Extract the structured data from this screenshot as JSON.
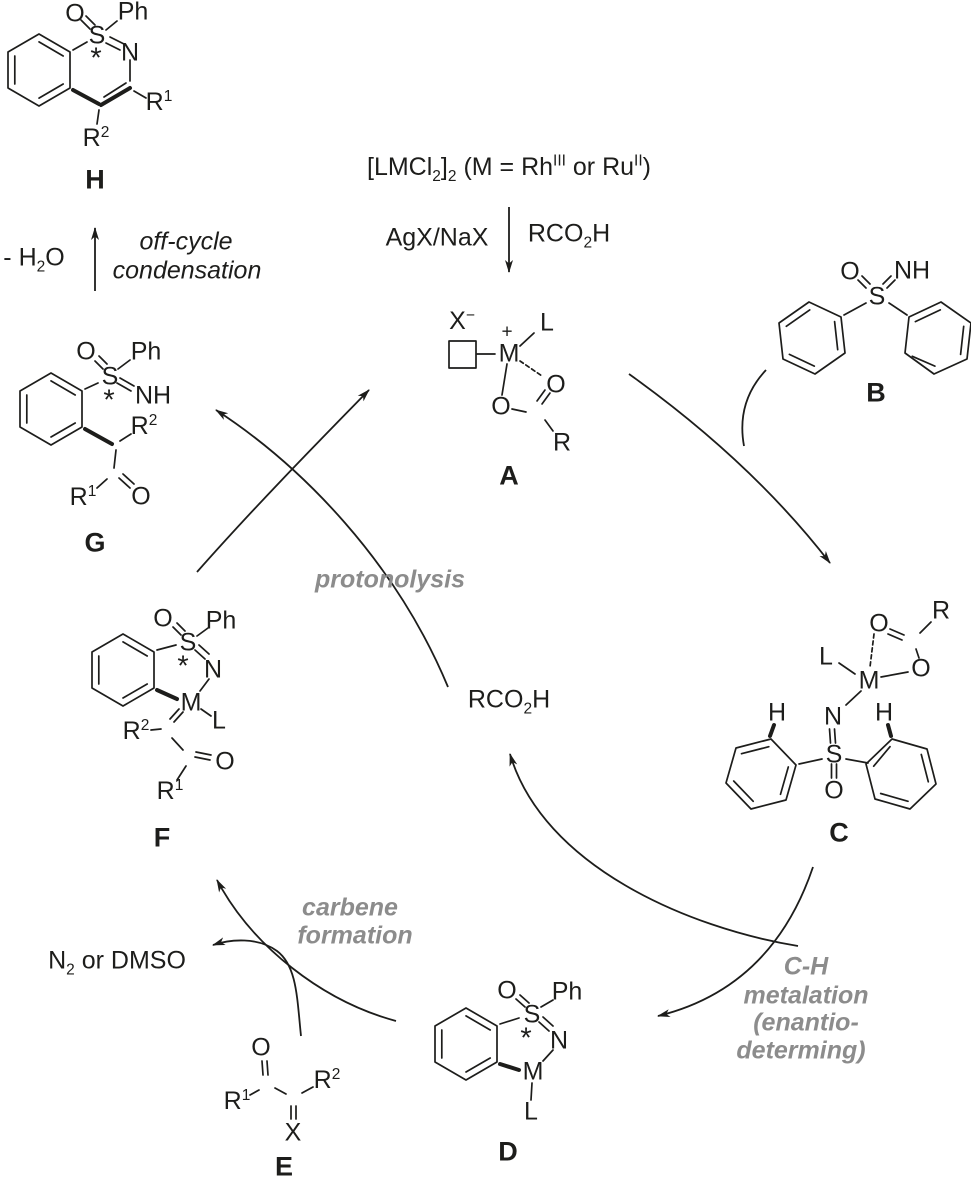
{
  "colors": {
    "ink": "#1d1d1b",
    "step_gray": "#8c8c8c",
    "background": "#ffffff"
  },
  "header": {
    "precatalyst": {
      "p1": "[LMCl",
      "sub1": "2",
      "p2": "]",
      "sub2": "2",
      "p3": " (M = Rh",
      "sup1": "III",
      "p4": " or Ru",
      "sup2": "II",
      "p5": ")"
    },
    "silver_salt": "AgX/NaX",
    "acid": {
      "p1": "RCO",
      "sub": "2",
      "p2": "H"
    }
  },
  "cycle": {
    "acid_center": {
      "p1": "RCO",
      "sub": "2",
      "p2": "H"
    },
    "steps": {
      "protonolysis": "protonolysis",
      "carbene_line1": "carbene",
      "carbene_line2": "formation",
      "metalation_line1": "C-H",
      "metalation_line2": "metalation",
      "metalation_line3": "(enantio-",
      "metalation_line4": "determing)",
      "offcycle_line1": "off-cycle",
      "offcycle_line2": "condensation"
    },
    "byproducts": {
      "n2_dmso": {
        "p1": "N",
        "sub": "2",
        "p2": " or DMSO"
      },
      "water": {
        "p1": "- H",
        "sub": "2",
        "p2": "O"
      }
    }
  },
  "structures": {
    "H": {
      "tag": "H",
      "O": "O",
      "Ph": "Ph",
      "S": "S",
      "star": "*",
      "N": "N",
      "R1": "R",
      "R1sup": "1",
      "R2": "R",
      "R2sup": "2"
    },
    "G": {
      "tag": "G",
      "O": "O",
      "Ph": "Ph",
      "S": "S",
      "star": "*",
      "NH": "NH",
      "R2": "R",
      "R2sup": "2",
      "carbonylO": "O",
      "R1": "R",
      "R1sup": "1"
    },
    "A": {
      "tag": "A",
      "X": "X",
      "Xcharge": "−",
      "plus": "+",
      "M": "M",
      "L": "L",
      "O1": "O",
      "O2": "O",
      "R": "R"
    },
    "B": {
      "tag": "B",
      "O": "O",
      "S": "S",
      "NH": "NH"
    },
    "C": {
      "tag": "C",
      "Otop": "O",
      "R": "R",
      "Oright": "O",
      "L": "L",
      "M": "M",
      "N": "N",
      "Hleft": "H",
      "Hright": "H",
      "S": "S",
      "Obottom": "O"
    },
    "D": {
      "tag": "D",
      "O": "O",
      "Ph": "Ph",
      "S": "S",
      "star": "*",
      "N": "N",
      "M": "M",
      "L": "L"
    },
    "E": {
      "tag": "E",
      "O": "O",
      "R1": "R",
      "R1sup": "1",
      "R2": "R",
      "R2sup": "2",
      "X": "X"
    },
    "F": {
      "tag": "F",
      "O": "O",
      "Ph": "Ph",
      "S": "S",
      "star": "*",
      "N": "N",
      "M": "M",
      "L": "L",
      "R2": "R",
      "R2sup": "2",
      "carbonylO": "O",
      "R1": "R",
      "R1sup": "1"
    }
  }
}
